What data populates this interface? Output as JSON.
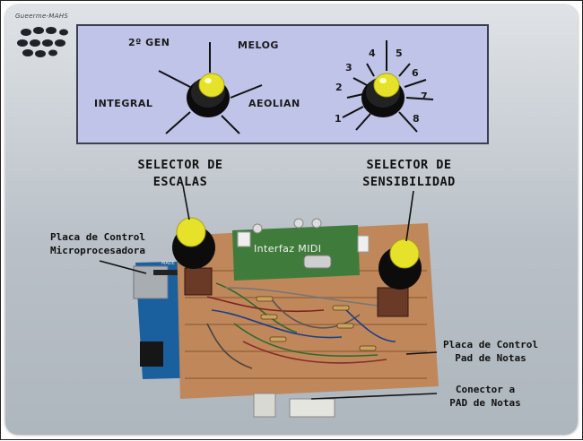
{
  "logo": {
    "text": "Gueerme-MAHS"
  },
  "panel": {
    "scale_positions": {
      "integral": "INTEGRAL",
      "segundo_gen": "2º GEN",
      "melog": "MELOG",
      "aeolian": "AEOLIAN"
    },
    "sensitivity_positions": [
      "1",
      "2",
      "3",
      "4",
      "5",
      "6",
      "7",
      "8"
    ]
  },
  "labels": {
    "selector_escalas": {
      "line1": "SELECTOR DE",
      "line2": "ESCALAS"
    },
    "selector_sensibilidad": {
      "line1": "SELECTOR DE",
      "line2": "SENSIBILIDAD"
    },
    "placa_micro": {
      "line1": "Placa de Control",
      "line2": "Microprocesadora"
    },
    "placa_pad": {
      "line1": "Placa de Control",
      "line2": "Pad de Notas"
    },
    "conector": {
      "line1": "Conector a",
      "line2": "PAD de Notas"
    },
    "interfaz_midi": "Interfaz MIDI",
    "board_made": "MADE"
  },
  "colors": {
    "panel_bg": "#bfc4e8",
    "knob_yellow": "#e6e22a",
    "perfboard": "#c0875a",
    "arduino_blue": "#1a5f9e",
    "midi_green": "#3f7c3c"
  }
}
